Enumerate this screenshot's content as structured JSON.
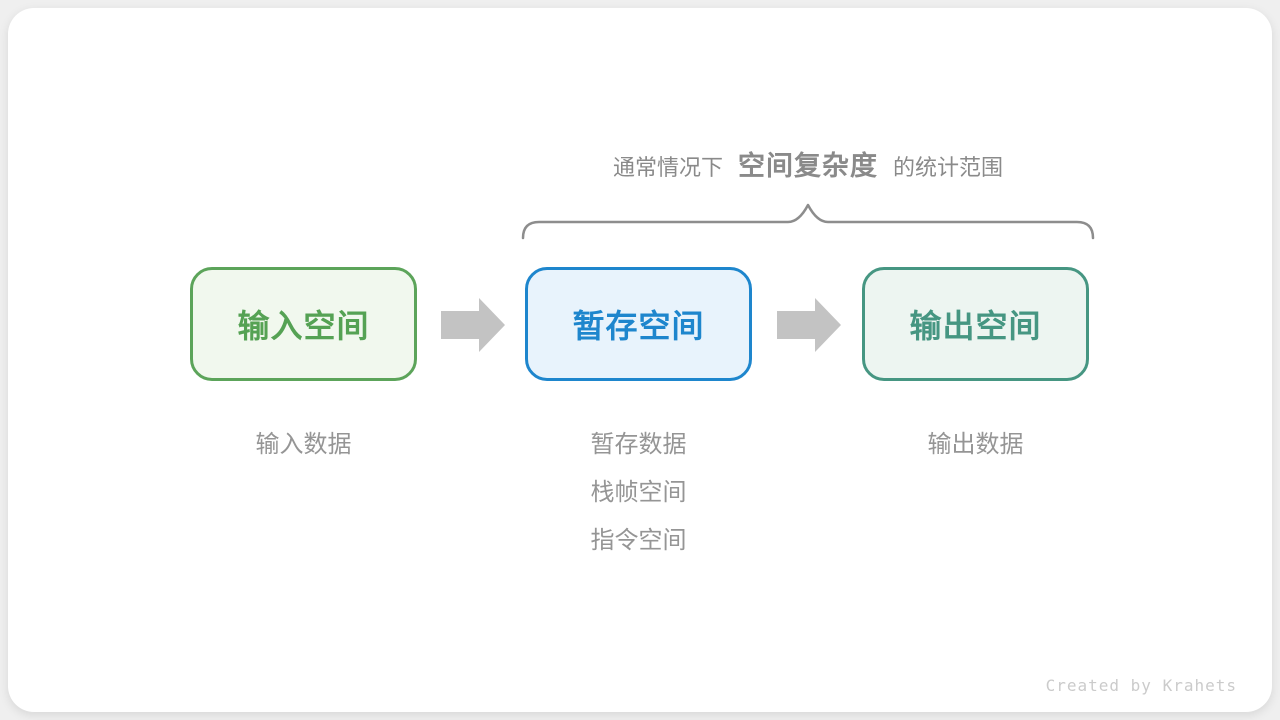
{
  "annotation": {
    "prefix": "通常情况下",
    "highlight": "空间复杂度",
    "suffix": "的统计范围",
    "color": "#8a8a8a"
  },
  "brace": {
    "color": "#8d8d8d"
  },
  "boxes": [
    {
      "label": "输入空间",
      "border_color": "#5ca45a",
      "fill_color": "#f1f8ee",
      "text_color": "#55a254"
    },
    {
      "label": "暂存空间",
      "border_color": "#1e86cd",
      "fill_color": "#e8f3fc",
      "text_color": "#1e86cd"
    },
    {
      "label": "输出空间",
      "border_color": "#469682",
      "fill_color": "#edf5f1",
      "text_color": "#469682"
    }
  ],
  "arrows": {
    "color": "#c3c3c3"
  },
  "labels": {
    "color": "#959595",
    "input": [
      "输入数据"
    ],
    "temp": [
      "暂存数据",
      "栈帧空间",
      "指令空间"
    ],
    "output": [
      "输出数据"
    ]
  },
  "watermark": "Created by Krahets"
}
